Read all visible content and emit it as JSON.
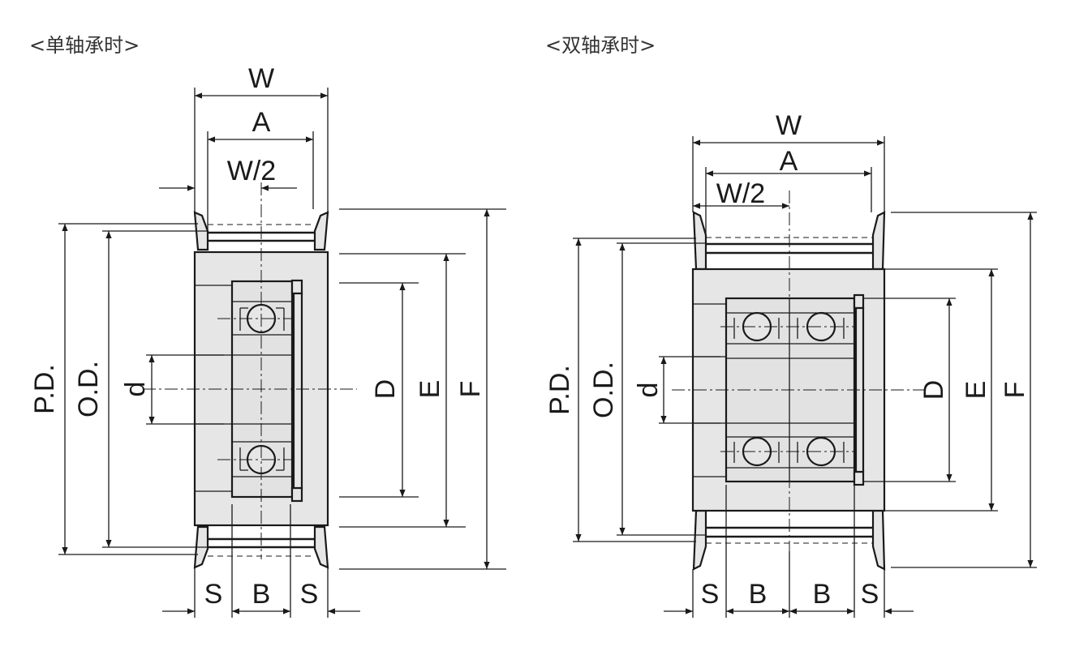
{
  "titles": {
    "single": "<单轴承时>",
    "double": "<双轴承时>"
  },
  "single_view": {
    "W": "W",
    "A": "A",
    "W2": "W/2",
    "PD": "P.D.",
    "OD": "O.D.",
    "d": "d",
    "D": "D",
    "E": "E",
    "F": "F",
    "S_left": "S",
    "B": "B",
    "S_right": "S"
  },
  "double_view": {
    "W": "W",
    "A": "A",
    "W2": "W/2",
    "PD": "P.D.",
    "OD": "O.D.",
    "d": "d",
    "D": "D",
    "E": "E",
    "F": "F",
    "S_left": "S",
    "B_left": "B",
    "B_right": "B",
    "S_right": "S"
  },
  "colors": {
    "body_fill": "#e6e6e6",
    "ink": "#1a1a1a"
  }
}
